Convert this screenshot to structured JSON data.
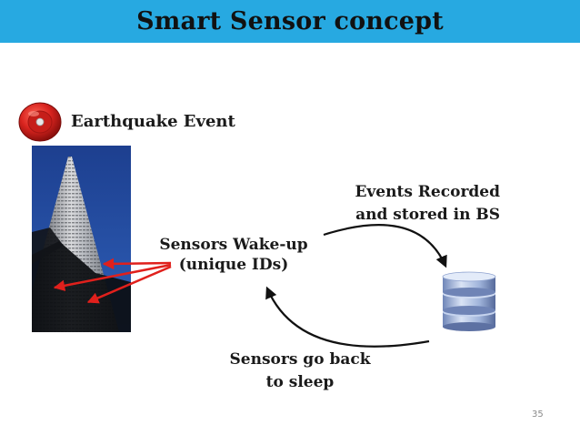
{
  "title": "Smart Sensor concept",
  "event_label": "Earthquake Event",
  "sensors_wake": [
    "Sensors Wake-up",
    "(unique IDs)"
  ],
  "events_recorded": [
    "Events Recorded",
    "and stored in BS"
  ],
  "sensors_sleep": [
    "Sensors go back",
    "to sleep"
  ],
  "slide_number": "35",
  "colors": {
    "title_bar": "#27a9e1",
    "arrow_red": "#e0201c",
    "arrow_black": "#111111",
    "bell_red": "#d9241f"
  },
  "icons": [
    "alarm-bell-icon",
    "skyscraper-image",
    "database-icon"
  ]
}
